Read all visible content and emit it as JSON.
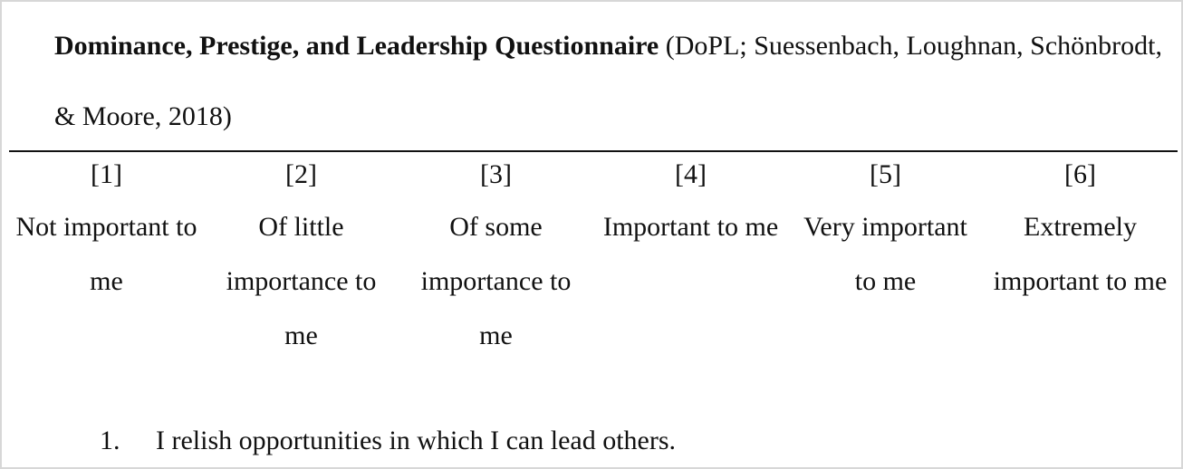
{
  "heading": {
    "title": "Dominance, Prestige, and Leadership Questionnaire",
    "citation": " (DoPL; Suessenbach, Loughnan, Schönbrodt, & Moore, 2018)"
  },
  "scale": [
    {
      "number": "[1]",
      "label": "Not important to me"
    },
    {
      "number": "[2]",
      "label": "Of little importance to me"
    },
    {
      "number": "[3]",
      "label": "Of some importance to me"
    },
    {
      "number": "[4]",
      "label": "Important to me"
    },
    {
      "number": "[5]",
      "label": "Very important to me"
    },
    {
      "number": "[6]",
      "label": "Extremely important to me"
    }
  ],
  "items": [
    {
      "number": "1.",
      "text": "I relish opportunities in which I can lead others."
    }
  ]
}
